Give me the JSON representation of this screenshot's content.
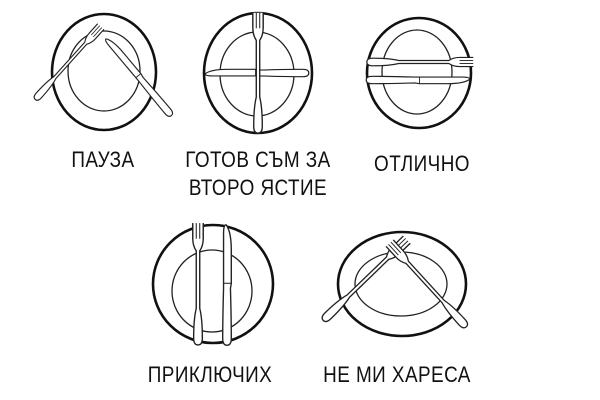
{
  "signals": [
    {
      "label": "ПАУЗА",
      "fork": "fork-icon",
      "knife": "knife-icon"
    },
    {
      "label_line1": "ГОТОВ СЪМ ЗА",
      "label_line2": "ВТОРО ЯСТИЕ",
      "fork": "fork-icon",
      "knife": "knife-icon"
    },
    {
      "label": "ОТЛИЧНО",
      "fork": "fork-icon",
      "knife": "knife-icon"
    },
    {
      "label": "ПРИКЛЮЧИХ",
      "fork": "fork-icon",
      "knife": "knife-icon"
    },
    {
      "label": "НЕ МИ ХАРЕСА",
      "fork": "fork-icon",
      "fork2": "fork-icon"
    }
  ],
  "colors": {
    "line": "#111111",
    "background": "#ffffff"
  }
}
